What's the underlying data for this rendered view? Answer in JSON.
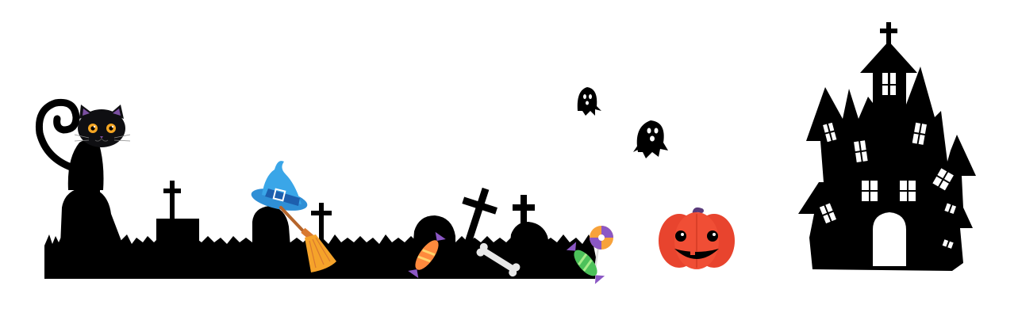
{
  "scene": {
    "background_color": "#ffffff",
    "silhouette_color": "#000000",
    "elements": [
      "graveyard-silhouette",
      "black-cat",
      "witch-hat",
      "broom",
      "candy-orange",
      "bone",
      "lollipop",
      "candy-green",
      "ghost-small",
      "ghost-large",
      "jack-o-lantern",
      "haunted-house"
    ],
    "colors": {
      "cat_eye": "#f5a623",
      "cat_ear_inner": "#7a4fa0",
      "hat": "#3aa6e8",
      "hat_band": "#1d5fae",
      "broom_bristles": "#f5a32a",
      "broom_stick": "#b5652b",
      "pumpkin": "#f04e35",
      "pumpkin_stem": "#5a3a7a",
      "candy_orange": "#ff8a3d",
      "candy_green": "#4cc15a",
      "candy_wrapper": "#8b57c4",
      "lollipop_a": "#f7a23b",
      "lollipop_b": "#8b57c4",
      "bone": "#e8e8e8"
    }
  }
}
